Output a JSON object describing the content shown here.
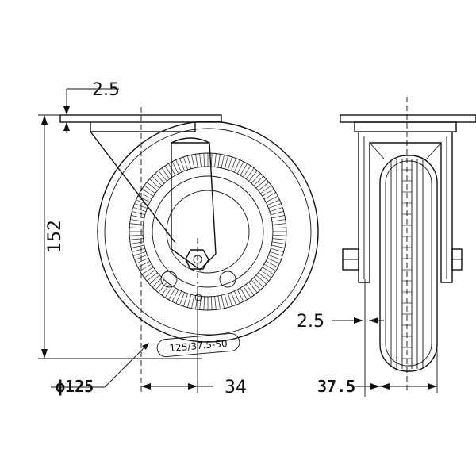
{
  "dimensions": {
    "plate_thickness": "2.5",
    "overall_height": "152",
    "wheel_diameter": "ϕ125",
    "swivel_offset": "34",
    "side_gap": "2.5",
    "wheel_width": "37.5"
  },
  "tread_marking": "125/37.5-50",
  "icons": [
    "caster-front-view",
    "caster-side-view"
  ]
}
